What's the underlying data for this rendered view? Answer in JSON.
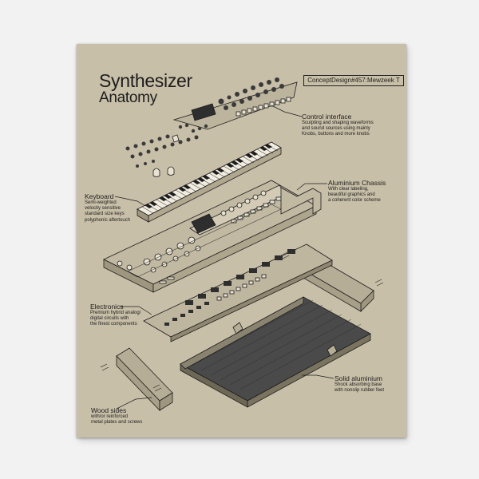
{
  "title": {
    "line1": "Synthesizer",
    "line2": "Anatomy"
  },
  "badge": "ConceptDesign#457:Mewzeek T",
  "callouts": {
    "control": {
      "heading": "Control interface",
      "lines": [
        "Sculpting and shaping waveforms",
        "and sound sources using mainly",
        "Knobs, buttons and more knobs"
      ]
    },
    "keyboard": {
      "heading": "Keyboard",
      "lines": [
        "Semi-weighted",
        "velocity sensitive",
        "standard size keys",
        "polyphonic aftertouch"
      ]
    },
    "chassis": {
      "heading": "Aluminium Chassis",
      "lines": [
        "With clear labeling,",
        "beautiful graphics and",
        "a coherent color scheme"
      ]
    },
    "electronics": {
      "heading": "Electronics",
      "lines": [
        "Premium hybrid analog/",
        "digital circuits with",
        "the finest components"
      ]
    },
    "solid": {
      "heading": "Solid aluminium",
      "lines": [
        "Shock absorbing base",
        "with nonslip rubber feet"
      ]
    },
    "wood": {
      "heading": "Wood sides",
      "lines": [
        "with/or reinforced",
        "metal plates and screws"
      ]
    }
  },
  "colors": {
    "poster_bg": "#c8bfa8",
    "ink": "#1d1d1d",
    "metal": "#b9b09a",
    "dark": "#3a3a3a"
  }
}
